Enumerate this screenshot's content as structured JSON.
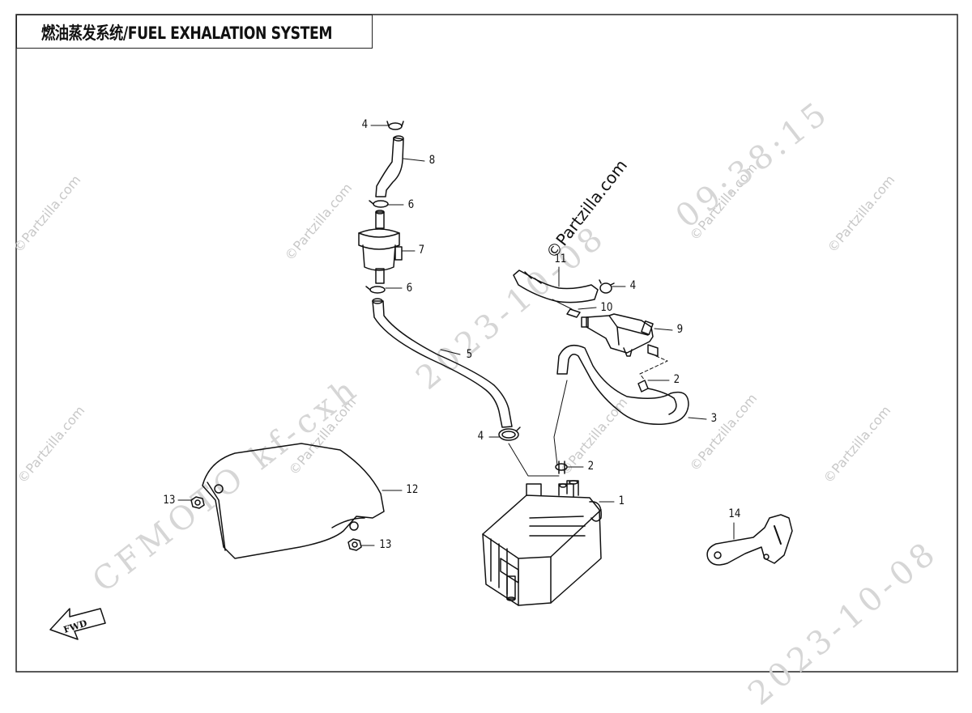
{
  "title": "燃油蒸发系统/FUEL EXHALATION SYSTEM",
  "brand_watermark": "©Partzilla.com",
  "faint_watermark": "©Partzilla.com",
  "date_watermark": "2023-10-08",
  "time_watermark": "09:38:15",
  "cfmoto_watermark": "CFMOTO kf-cxh",
  "fwd_label": "FWD",
  "callouts": {
    "c1": "1",
    "c2a": "2",
    "c2b": "2",
    "c3": "3",
    "c4a": "4",
    "c4b": "4",
    "c4c": "4",
    "c5": "5",
    "c6a": "6",
    "c6b": "6",
    "c7": "7",
    "c8": "8",
    "c9": "9",
    "c10": "10",
    "c11": "11",
    "c12": "12",
    "c13a": "13",
    "c13b": "13",
    "c14": "14"
  },
  "colors": {
    "line": "#111111",
    "watermark": "#cccccc",
    "border": "#222222"
  }
}
